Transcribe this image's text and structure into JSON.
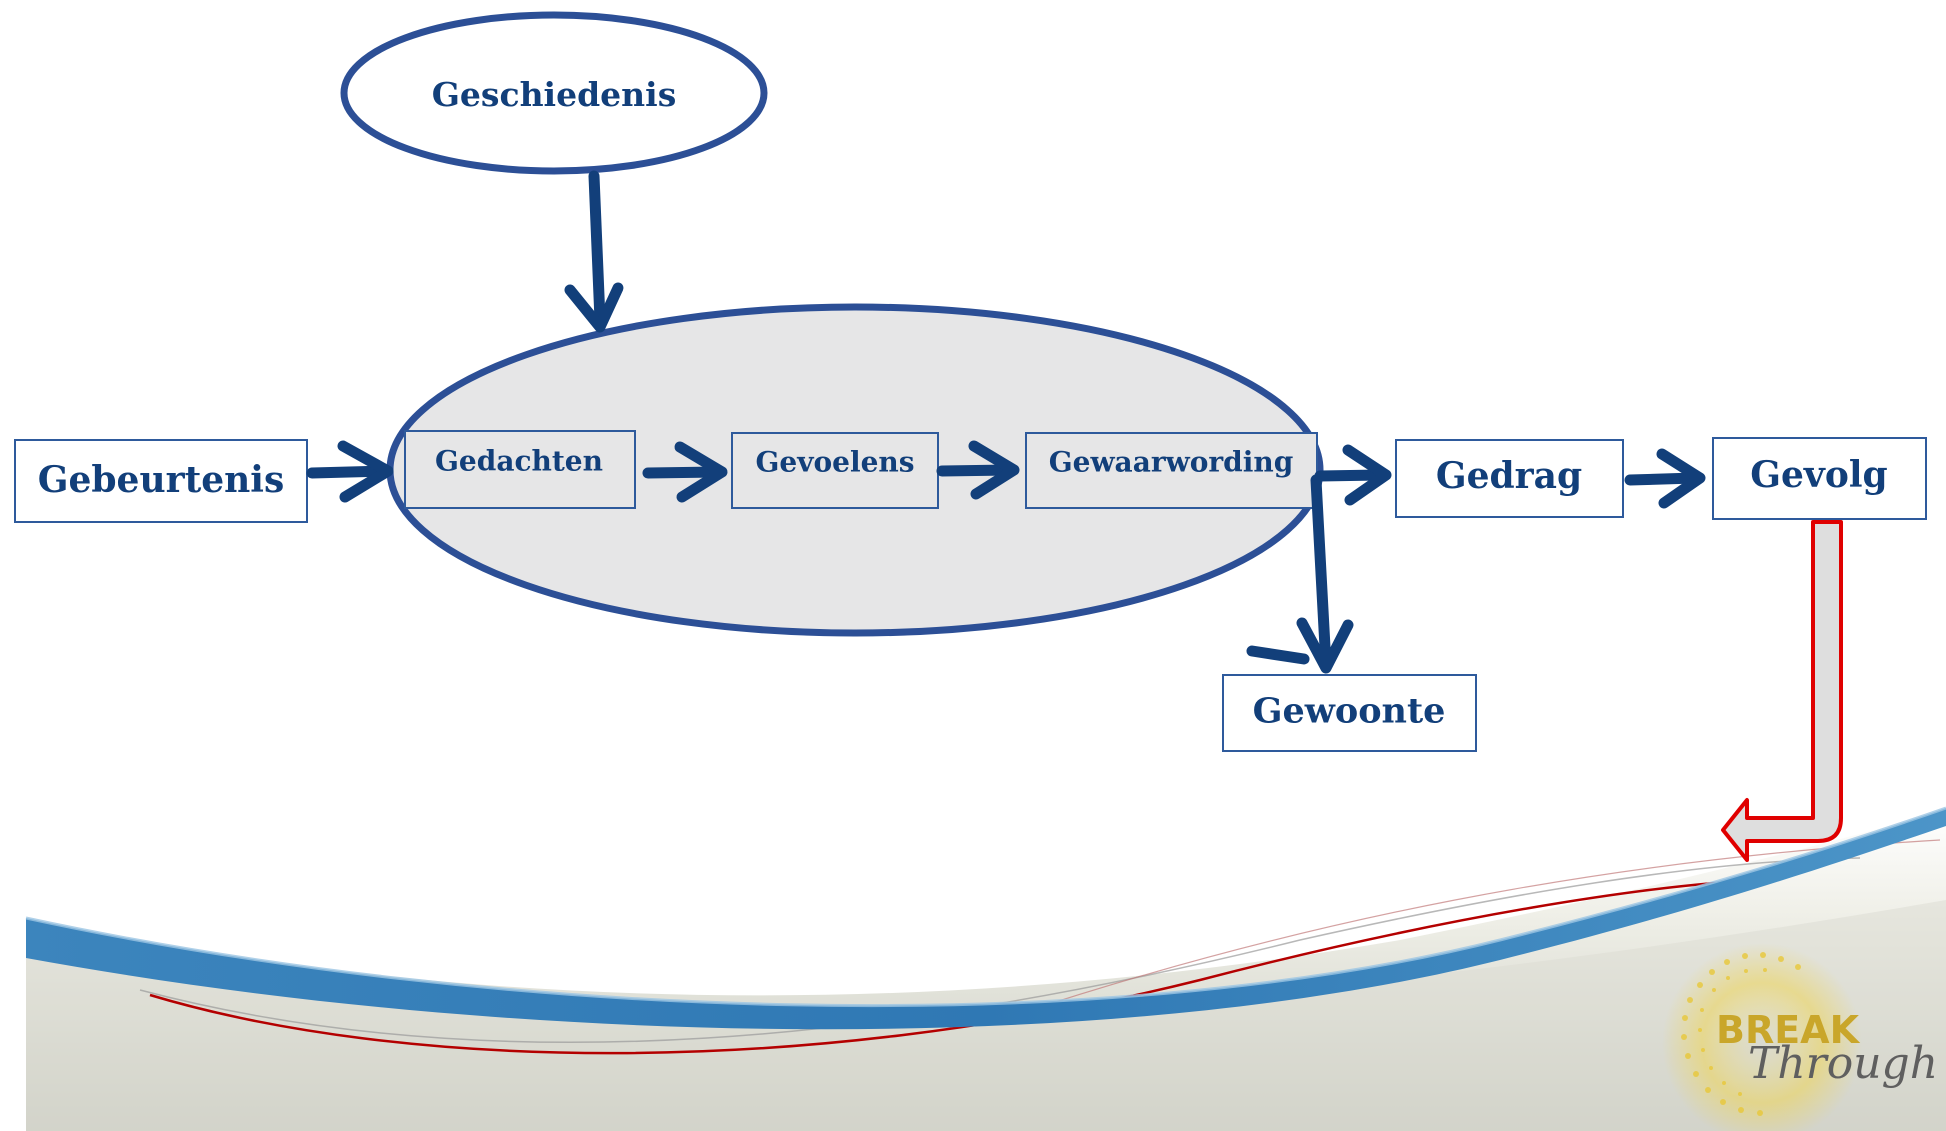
{
  "diagram": {
    "nodes": {
      "geschiedenis": "Geschiedenis",
      "gebeurtenis": "Gebeurtenis",
      "gedachten": "Gedachten",
      "gevoelens": "Gevoelens",
      "gewaarwording": "Gewaarwording",
      "gedrag": "Gedrag",
      "gevolg": "Gevolg",
      "gewoonte": "Gewoonte"
    },
    "colors": {
      "primary": "#123f7a",
      "node_border": "#2e5a9c",
      "ellipse_border": "#2c4f96",
      "ellipse_fill": "#e6e6e7",
      "feedback_arrow": "#e00000",
      "wave_blue": "#3f86bb",
      "wave_red": "#b40000"
    }
  },
  "logo": {
    "brand_top": "BREAK",
    "brand_bottom": "Through",
    "accent_color": "#c9a62a"
  }
}
